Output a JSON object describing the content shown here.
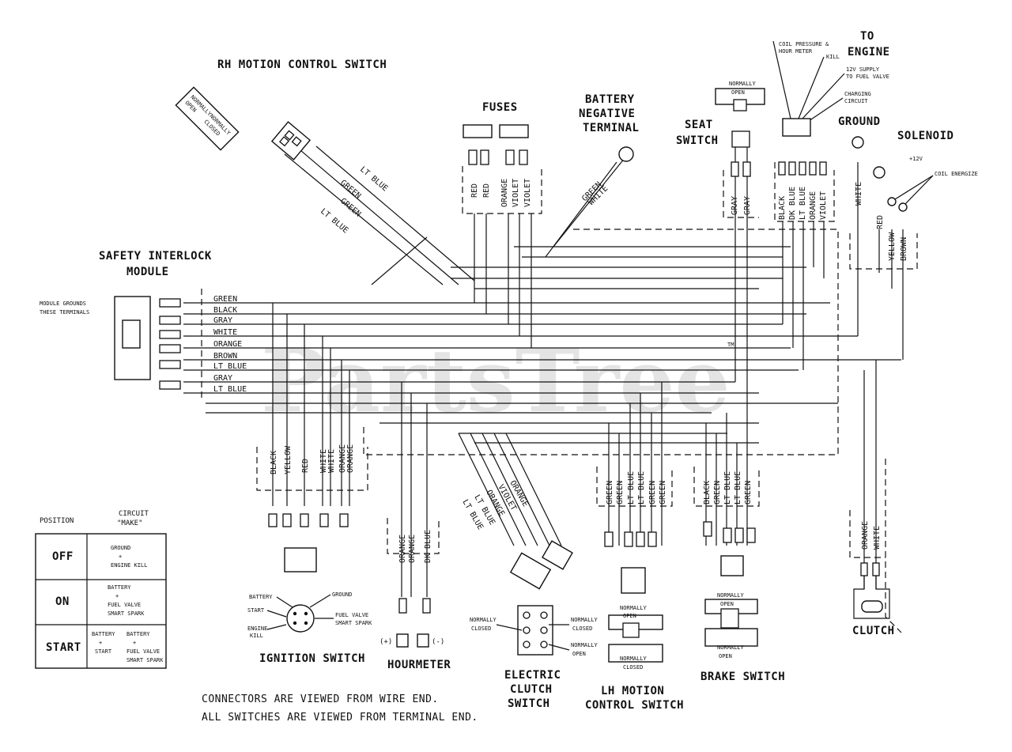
{
  "titles": {
    "rh_motion_control_switch": "RH MOTION CONTROL SWITCH",
    "fuses": "FUSES",
    "battery_negative_terminal": [
      "BATTERY",
      "NEGATIVE",
      "TERMINAL"
    ],
    "seat_switch": [
      "SEAT",
      "SWITCH"
    ],
    "to_engine": [
      "TO",
      "ENGINE"
    ],
    "ground": "GROUND",
    "solenoid": "SOLENOID",
    "safety_interlock_module": [
      "SAFETY INTERLOCK",
      "MODULE"
    ],
    "ignition_switch": "IGNITION SWITCH",
    "hourmeter": "HOURMETER",
    "electric_clutch_switch": [
      "ELECTRIC",
      "CLUTCH",
      "SWITCH"
    ],
    "lh_motion_control_switch": [
      "LH MOTION",
      "CONTROL SWITCH"
    ],
    "brake_switch": "BRAKE SWITCH",
    "clutch": "CLUTCH"
  },
  "notes": {
    "module_grounds": [
      "MODULE GROUNDS",
      "THESE TERMINALS"
    ],
    "connectors": "CONNECTORS ARE VIEWED FROM WIRE END.",
    "switches": "ALL SWITCHES ARE VIEWED FROM TERMINAL END.",
    "normally_open": "NORMALLY OPEN",
    "normally_closed": "NORMALLY CLOSED",
    "normally": "NORMALLY",
    "open": "OPEN",
    "closed": "CLOSED",
    "coil_pressure": [
      "COIL PRESSURE &",
      "HOUR METER"
    ],
    "kill": "KILL",
    "supply_12v": [
      "12V SUPPLY",
      "TO FUEL VALVE"
    ],
    "charging_circuit": [
      "CHARGING",
      "CIRCUIT"
    ],
    "plus_12v": "+12V",
    "coil_energize": "COIL ENERGIZE",
    "plus": "(+)",
    "minus": "(-)",
    "watermark": "PartsTree",
    "tm": "TM"
  },
  "module_wires": [
    "GREEN",
    "BLACK",
    "GRAY",
    "WHITE",
    "ORANGE",
    "BROWN",
    "LT BLUE",
    "GRAY",
    "LT BLUE"
  ],
  "rh_wires": [
    "LT BLUE",
    "GREEN",
    "GREEN",
    "LT BLUE"
  ],
  "fuse_wires": [
    "RED",
    "RED",
    "ORANGE",
    "VIOLET",
    "VIOLET"
  ],
  "battery_wires": [
    "GREEN",
    "WHITE"
  ],
  "seat_wires": [
    "GRAY",
    "GRAY"
  ],
  "engine_wires": [
    "BLACK",
    "DK BLUE",
    "LT BLUE",
    "ORANGE",
    "VIOLET"
  ],
  "ground_wire": "WHITE",
  "solenoid_wires": [
    "RED",
    "YELLOW",
    "BROWN"
  ],
  "ignition_wires": [
    "BLACK",
    "YELLOW",
    "RED",
    "WHITE",
    "WHITE",
    "ORANGE",
    "ORANGE"
  ],
  "hourmeter_wires": [
    "ORANGE",
    "ORANGE",
    "DK BLUE"
  ],
  "clutch_switch_wires": [
    "ORANGE",
    "VIOLET",
    "ORANGE",
    "LT BLUE",
    "LT BLUE"
  ],
  "lh_wires": [
    "GREEN",
    "GREEN",
    "LT BLUE",
    "LT BLUE",
    "GREEN",
    "GREEN"
  ],
  "brake_wires": [
    "BLACK",
    "GREEN",
    "LT BLUE",
    "LT BLUE",
    "GREEN"
  ],
  "clutch_wires": [
    "ORANGE",
    "WHITE"
  ],
  "ignition_terminals": {
    "battery": "BATTERY",
    "ground": "GROUND",
    "start": "START",
    "fuel_valve": [
      "FUEL VALVE",
      "SMART SPARK"
    ],
    "engine_kill": [
      "ENGINE",
      "KILL"
    ]
  },
  "position_table": {
    "col_position": "POSITION",
    "col_circuit": [
      "CIRCUIT",
      "\"MAKE\""
    ],
    "rows": [
      {
        "position": "OFF",
        "circuit": [
          "GROUND",
          "+",
          "ENGINE KILL"
        ]
      },
      {
        "position": "ON",
        "circuit": [
          "BATTERY",
          "+",
          "FUEL VALVE",
          "SMART SPARK"
        ]
      },
      {
        "position": "START",
        "circuit_a": [
          "BATTERY",
          "+",
          "START"
        ],
        "circuit_b": [
          "BATTERY",
          "+",
          "FUEL VALVE",
          "SMART SPARK"
        ]
      }
    ]
  }
}
